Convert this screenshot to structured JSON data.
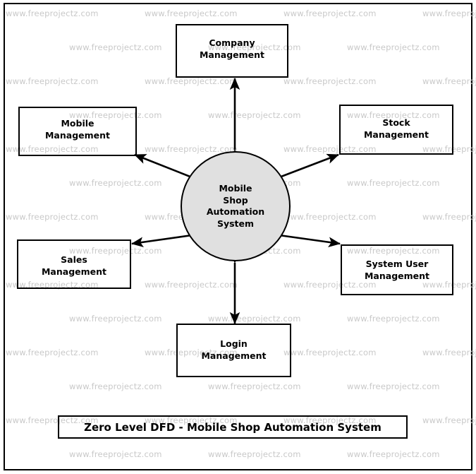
{
  "diagram": {
    "title": "Zero Level DFD - Mobile Shop Automation System",
    "type": "data-flow-diagram",
    "level": "Zero Level DFD",
    "process": {
      "name": "Mobile Shop Automation System",
      "label": "Mobile\nShop\nAutomation\nSystem",
      "shape": "circle",
      "fill_color": "#e0e0e0",
      "stroke_color": "#000000"
    },
    "entities": [
      {
        "id": "company-management",
        "label": "Company\nManagement",
        "name": "Company Management",
        "position": "top",
        "flow": "bidirectional"
      },
      {
        "id": "mobile-management",
        "label": "Mobile\nManagement",
        "name": "Mobile Management",
        "position": "top-left",
        "flow": "bidirectional"
      },
      {
        "id": "stock-management",
        "label": "Stock\nManagement",
        "name": "Stock Management",
        "position": "top-right",
        "flow": "bidirectional"
      },
      {
        "id": "sales-management",
        "label": "Sales\nManagement",
        "name": "Sales Management",
        "position": "bottom-left",
        "flow": "bidirectional"
      },
      {
        "id": "system-user-management",
        "label": "System User\nManagement",
        "name": "System User Management",
        "position": "bottom-right",
        "flow": "bidirectional"
      },
      {
        "id": "login-management",
        "label": "Login\nManagement",
        "name": "Login Management",
        "position": "bottom",
        "flow": "bidirectional"
      }
    ],
    "colors": {
      "background": "#ffffff",
      "stroke": "#000000",
      "process_fill": "#e0e0e0",
      "watermark": "#c9c9c9"
    }
  },
  "watermark": {
    "text": "www.freeprojectz.com",
    "color": "#c9c9c9"
  }
}
